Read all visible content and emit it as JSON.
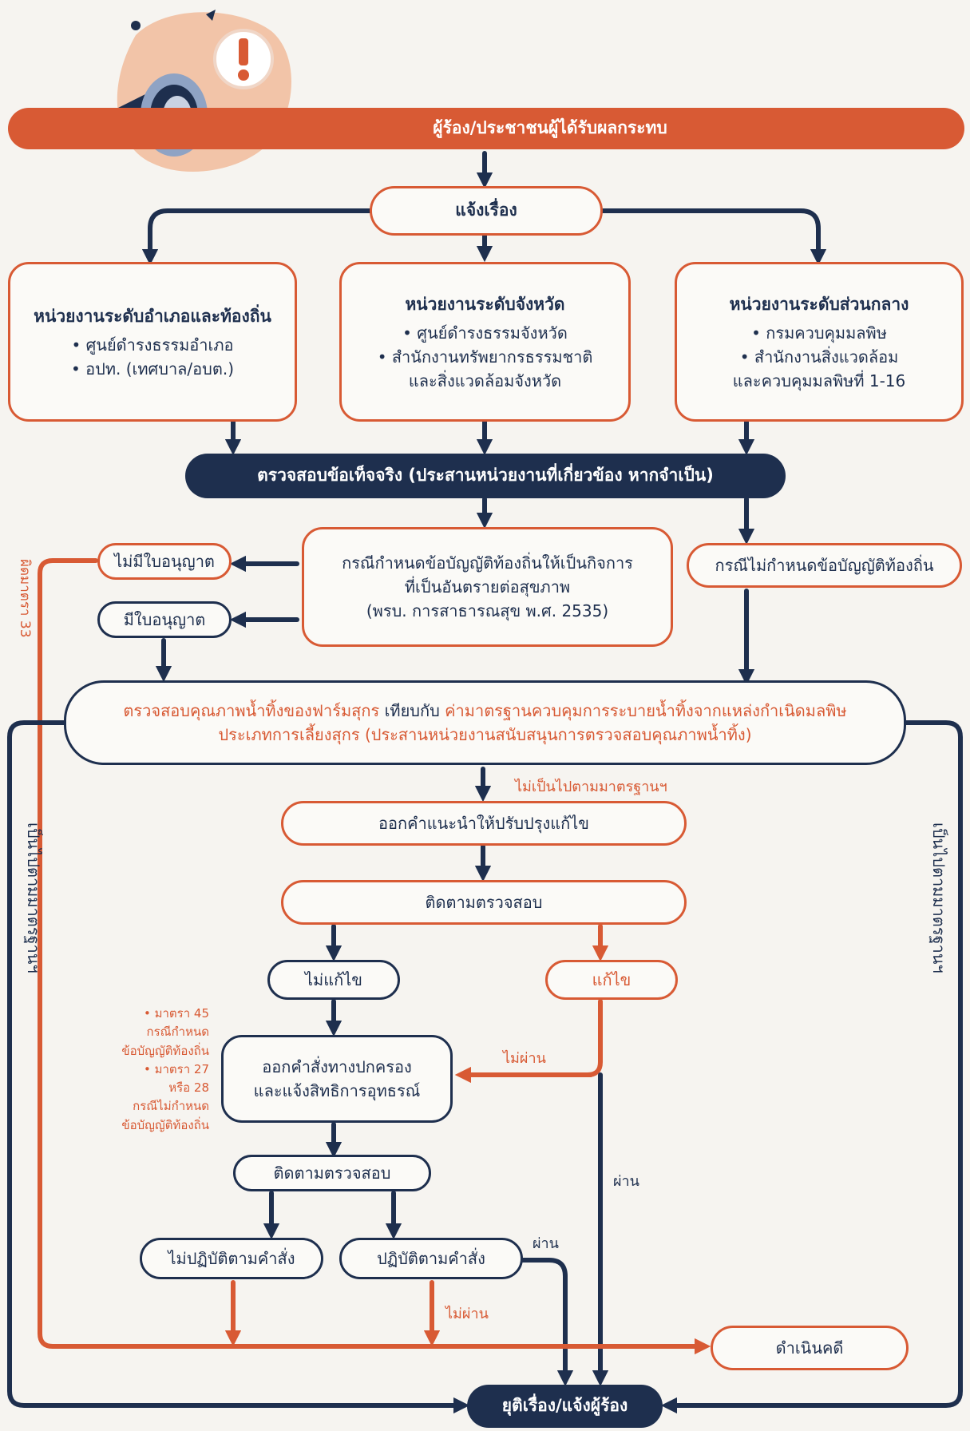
{
  "header": {
    "title": "ผู้ร้อง/ประชาชนผู้ได้รับผลกระทบ"
  },
  "report": {
    "label": "แจ้งเรื่อง"
  },
  "agencies": [
    {
      "title": "หน่วยงานระดับอำเภอและท้องถิ่น",
      "lines": [
        "• ศูนย์ดำรงธรรมอำเภอ",
        "• อปท. (เทศบาล/อบต.)"
      ]
    },
    {
      "title": "หน่วยงานระดับจังหวัด",
      "lines": [
        "• ศูนย์ดำรงธรรมจังหวัด",
        "• สำนักงานทรัพยากรธรรมชาติ",
        "และสิ่งแวดล้อมจังหวัด"
      ]
    },
    {
      "title": "หน่วยงานระดับส่วนกลาง",
      "lines": [
        "• กรมควบคุมมลพิษ",
        "• สำนักงานสิ่งแวดล้อม",
        "และควบคุมมลพิษที่ 1-16"
      ]
    }
  ],
  "fact_check": {
    "label": "ตรวจสอบข้อเท็จจริง (ประสานหน่วยงานที่เกี่ยวข้อง หากจำเป็น)"
  },
  "local_rule_case": {
    "lines": [
      "กรณีกำหนดข้อบัญญัติท้องถิ่นให้เป็นกิจการ",
      "ที่เป็นอันตรายต่อสุขภาพ",
      "(พรบ. การสาธารณสุข พ.ศ. 2535)"
    ]
  },
  "no_local_rule_case": {
    "label": "กรณีไม่กำหนดข้อบัญญัติท้องถิ่น"
  },
  "no_license": {
    "label": "ไม่มีใบอนุญาต"
  },
  "has_license": {
    "label": "มีใบอนุญาต"
  },
  "violation_label": "ผิดมาตรา 33",
  "water_check": {
    "line1a": "ตรวจสอบคุณภาพน้ำทิ้งของฟาร์มสุกร ",
    "line1b": "เทียบกับ",
    "line1c": " ค่ามาตรฐานควบคุมการระบายน้ำทิ้งจากแหล่งกำเนิดมลพิษ",
    "line2": "ประเภทการเลี้ยงสุกร (ประสานหน่วยงานสนับสนุนการตรวจสอบคุณภาพน้ำทิ้ง)"
  },
  "not_standard_label": "ไม่เป็นไปตามมาตรฐานฯ",
  "meets_standard_label": "เป็นไปตามมาตรฐานฯ",
  "advise": {
    "label": "ออกคำแนะนำให้ปรับปรุงแก้ไข"
  },
  "follow1": {
    "label": "ติดตามตรวจสอบ"
  },
  "not_fixed": {
    "label": "ไม่แก้ไข"
  },
  "fixed": {
    "label": "แก้ไข"
  },
  "fail_label": "ไม่ผ่าน",
  "pass_label": "ผ่าน",
  "admin_order": {
    "lines": [
      "ออกคำสั่งทางปกครอง",
      "และแจ้งสิทธิการอุทธรณ์"
    ]
  },
  "sections_note": [
    "• มาตรา 45",
    "กรณีกำหนด",
    "ข้อบัญญัติท้องถิ่น",
    "• มาตรา 27",
    "หรือ 28",
    "กรณีไม่กำหนด",
    "ข้อบัญญัติท้องถิ่น"
  ],
  "follow2": {
    "label": "ติดตามตรวจสอบ"
  },
  "not_comply": {
    "label": "ไม่ปฏิบัติตามคำสั่ง"
  },
  "comply": {
    "label": "ปฏิบัติตามคำสั่ง"
  },
  "prosecute": {
    "label": "ดำเนินคดี"
  },
  "close": {
    "label": "ยุติเรื่อง/แจ้งผู้ร้อง"
  },
  "colors": {
    "navy": "#1e2f4e",
    "orange": "#d85a34",
    "background": "#f6f4f0"
  },
  "icons": [
    "megaphone-icon",
    "exclamation-icon"
  ]
}
